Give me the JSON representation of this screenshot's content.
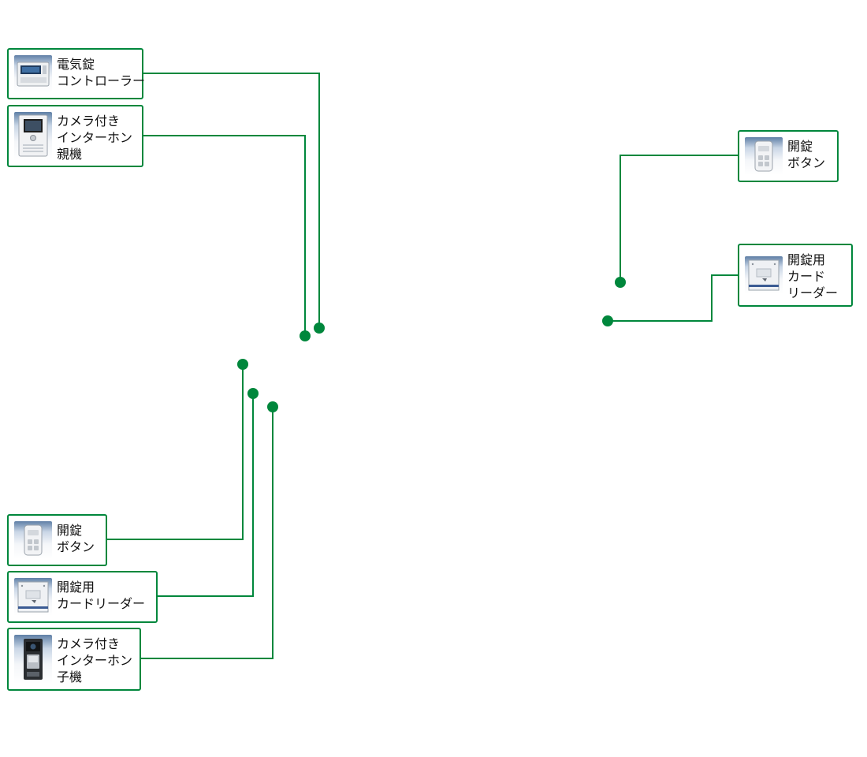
{
  "diagram": {
    "line_color": "#00873c",
    "device_callouts": [
      {
        "id": "controller",
        "icon": "electric-lock-controller-icon",
        "label_lines": [
          "電気錠",
          "コントローラー"
        ]
      },
      {
        "id": "intercom-master",
        "icon": "camera-intercom-master-icon",
        "label_lines": [
          "カメラ付き",
          "インターホン",
          "親機"
        ]
      },
      {
        "id": "unlock-button-right",
        "icon": "unlock-button-icon",
        "label_lines": [
          "開錠",
          "ボタン"
        ]
      },
      {
        "id": "card-reader-right",
        "icon": "card-reader-icon",
        "label_lines": [
          "開錠用",
          "カード",
          "リーダー"
        ]
      },
      {
        "id": "unlock-button-left",
        "icon": "unlock-button-icon",
        "label_lines": [
          "開錠",
          "ボタン"
        ]
      },
      {
        "id": "card-reader-left",
        "icon": "card-reader-icon",
        "label_lines": [
          "開錠用",
          "カードリーダー"
        ]
      },
      {
        "id": "intercom-sub",
        "icon": "camera-intercom-sub-icon",
        "label_lines": [
          "カメラ付き",
          "インターホン",
          "子機"
        ]
      }
    ]
  }
}
